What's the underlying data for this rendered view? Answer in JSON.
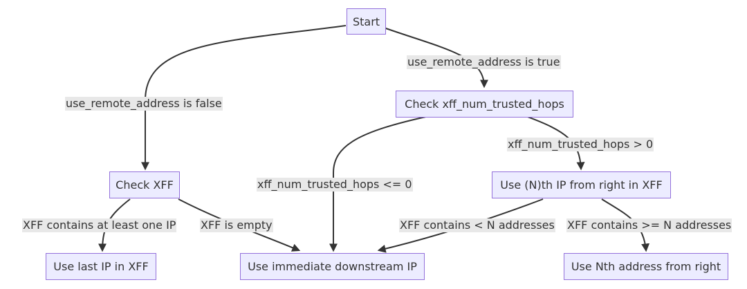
{
  "diagram": {
    "nodes": {
      "start": "Start",
      "check_hops": "Check xff_num_trusted_hops",
      "check_xff": "Check XFF",
      "use_nth_ip": "Use (N)th IP from right in XFF",
      "use_last_ip": "Use last IP in XFF",
      "use_downstream": "Use immediate downstream IP",
      "use_nth_address": "Use Nth address from right"
    },
    "edges": {
      "remote_true": "use_remote_address is true",
      "remote_false": "use_remote_address is false",
      "hops_gt_zero": "xff_num_trusted_hops > 0",
      "hops_le_zero": "xff_num_trusted_hops <= 0",
      "xff_has_ip": "XFF contains at least one IP",
      "xff_empty": "XFF is empty",
      "lt_n_addresses": "XFF contains < N addresses",
      "ge_n_addresses": "XFF contains >= N addresses"
    }
  },
  "colors": {
    "node_fill": "#ececff",
    "node_border": "#9370db",
    "label_fill": "#e8e8e8",
    "edge": "#333333",
    "text": "#333333"
  }
}
